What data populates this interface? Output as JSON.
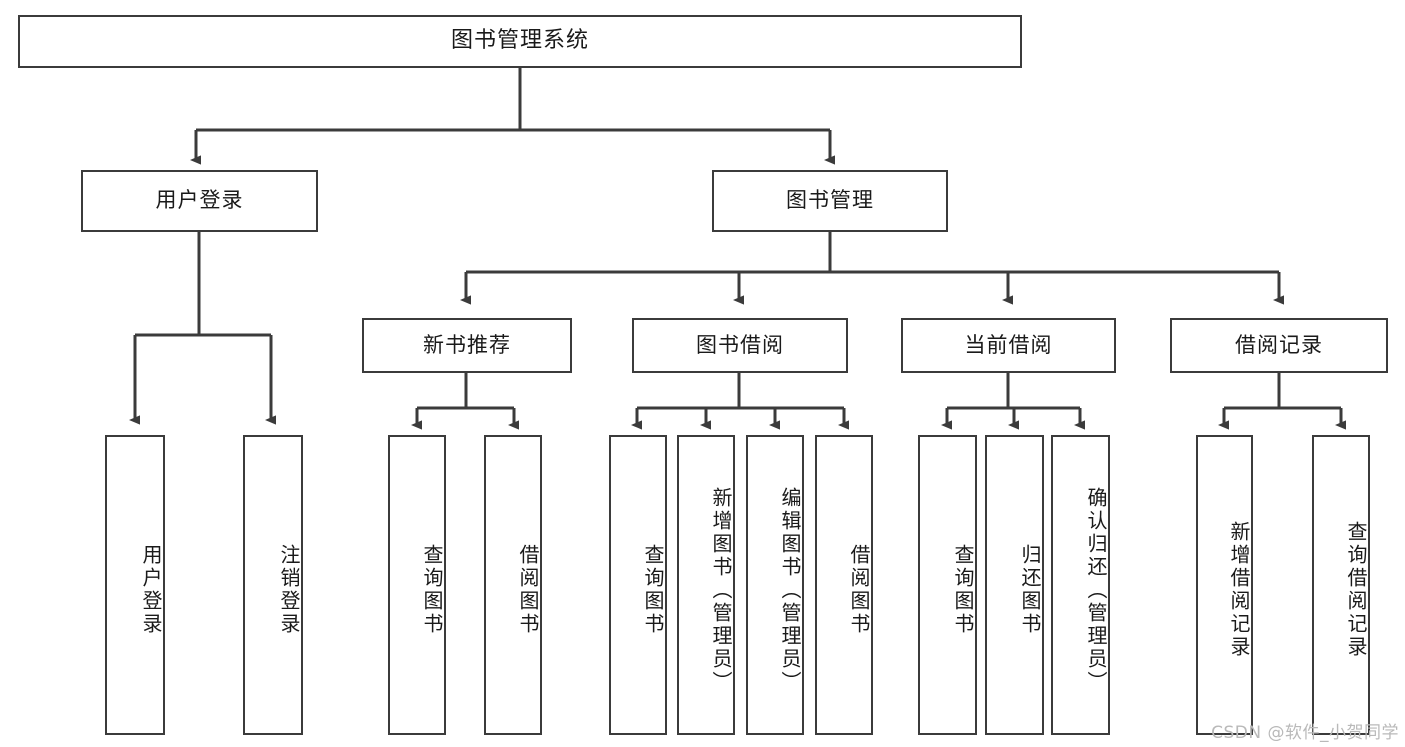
{
  "diagram": {
    "title": "图书管理系统",
    "type": "tree-hierarchy-diagram",
    "nodes": {
      "root": {
        "label": "图书管理系统"
      },
      "level2": [
        {
          "id": "user-login",
          "label": "用户登录"
        },
        {
          "id": "book-manage",
          "label": "图书管理"
        }
      ],
      "level3": [
        {
          "id": "new-book-recommend",
          "label": "新书推荐"
        },
        {
          "id": "book-borrow",
          "label": "图书借阅"
        },
        {
          "id": "current-borrow",
          "label": "当前借阅"
        },
        {
          "id": "borrow-record",
          "label": "借阅记录"
        }
      ],
      "leaves": [
        {
          "id": "leaf-user-login",
          "label": "用户登录",
          "parent": "user-login"
        },
        {
          "id": "leaf-logout-login",
          "label": "注销登录",
          "parent": "user-login"
        },
        {
          "id": "leaf-query-book-1",
          "label": "查询图书",
          "parent": "new-book-recommend"
        },
        {
          "id": "leaf-borrow-book-1",
          "label": "借阅图书",
          "parent": "new-book-recommend"
        },
        {
          "id": "leaf-query-book-2",
          "label": "查询图书",
          "parent": "book-borrow"
        },
        {
          "id": "leaf-add-book",
          "label": "新增图书（管理员）",
          "parent": "book-borrow"
        },
        {
          "id": "leaf-edit-book",
          "label": "编辑图书（管理员）",
          "parent": "book-borrow"
        },
        {
          "id": "leaf-borrow-book-2",
          "label": "借阅图书",
          "parent": "book-borrow"
        },
        {
          "id": "leaf-query-book-3",
          "label": "查询图书",
          "parent": "current-borrow"
        },
        {
          "id": "leaf-return-book",
          "label": "归还图书",
          "parent": "current-borrow"
        },
        {
          "id": "leaf-confirm-return",
          "label": "确认归还（管理员）",
          "parent": "current-borrow"
        },
        {
          "id": "leaf-add-record",
          "label": "新增借阅记录",
          "parent": "borrow-record"
        },
        {
          "id": "leaf-query-record",
          "label": "查询借阅记录",
          "parent": "borrow-record"
        }
      ]
    },
    "colors": {
      "box_border": "#3b3b3b",
      "box_fill": "#ffffff",
      "connector": "#3b3b3b",
      "text": "#1a1a1a",
      "watermark": "#b9b9b9"
    }
  },
  "watermark": {
    "text": "CSDN @软件_小贺同学"
  }
}
